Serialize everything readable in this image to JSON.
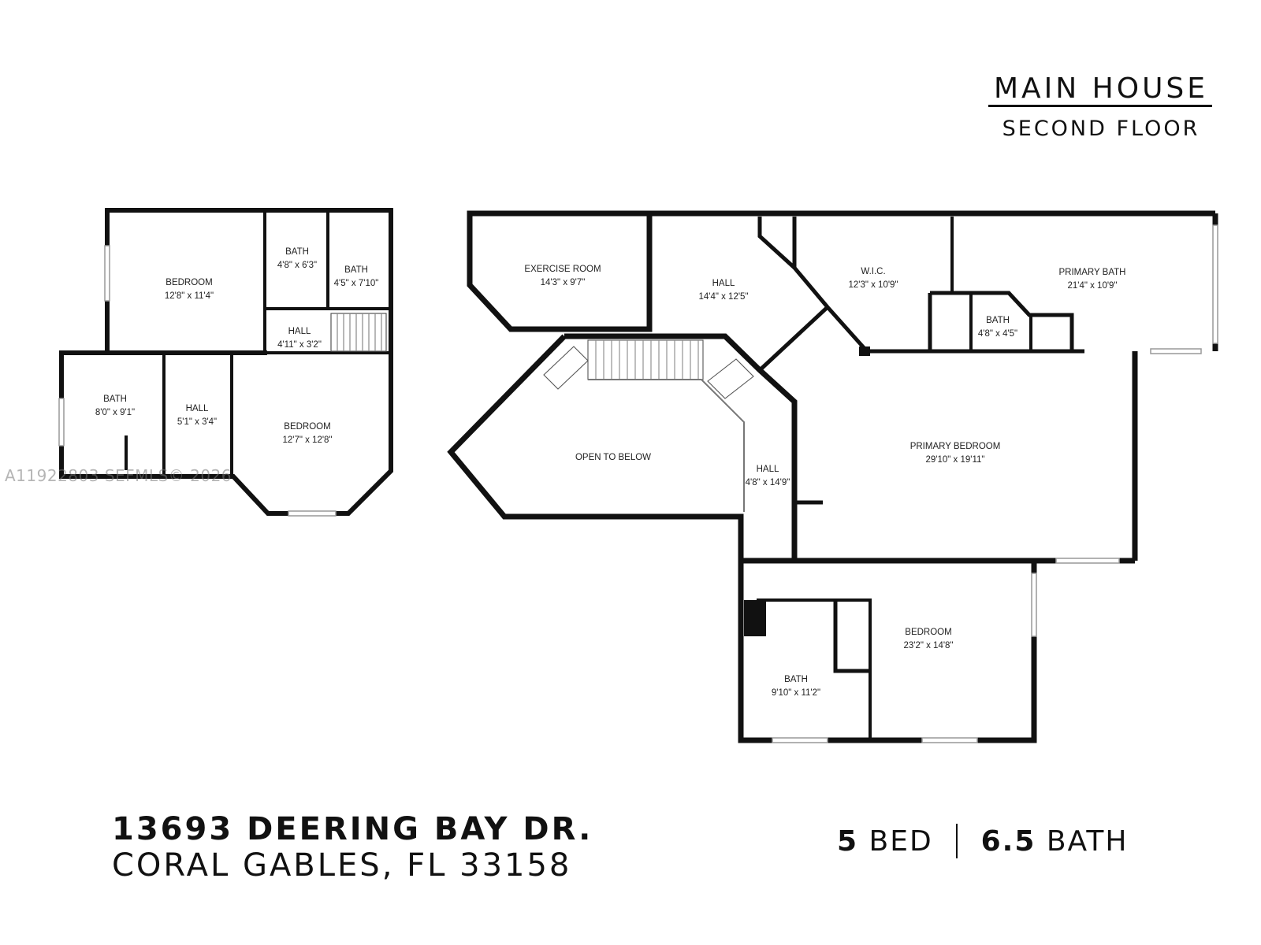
{
  "header": {
    "title": "MAIN HOUSE",
    "subtitle": "SECOND FLOOR"
  },
  "address": {
    "line1": "13693 DEERING BAY DR.",
    "line2": "CORAL GABLES, FL 33158"
  },
  "stats": {
    "beds_num": "5",
    "beds_label": "BED",
    "baths_num": "6.5",
    "baths_label": "BATH"
  },
  "watermark": "A11922803 SEFMLS© 2026",
  "rooms": {
    "left_bedroom_1": {
      "name": "BEDROOM",
      "dims": "12'8\" x 11'4\""
    },
    "left_bath_1": {
      "name": "BATH",
      "dims": "4'8\" x 6'3\""
    },
    "left_bath_2": {
      "name": "BATH",
      "dims": "4'5\" x 7'10\""
    },
    "left_hall_1": {
      "name": "HALL",
      "dims": "4'11\" x 3'2\""
    },
    "left_bath_3": {
      "name": "BATH",
      "dims": "8'0\" x 9'1\""
    },
    "left_hall_2": {
      "name": "HALL",
      "dims": "5'1\" x 3'4\""
    },
    "left_bedroom_2": {
      "name": "BEDROOM",
      "dims": "12'7\" x 12'8\""
    },
    "exercise_room": {
      "name": "EXERCISE ROOM",
      "dims": "14'3\" x 9'7\""
    },
    "hall_top": {
      "name": "HALL",
      "dims": "14'4\" x 12'5\""
    },
    "wic": {
      "name": "W.I.C.",
      "dims": "12'3\" x 10'9\""
    },
    "primary_bath": {
      "name": "PRIMARY BATH",
      "dims": "21'4\" x 10'9\""
    },
    "bath_small": {
      "name": "BATH",
      "dims": "4'8\" x 4'5\""
    },
    "open_to_below": {
      "name": "OPEN TO BELOW"
    },
    "hall_mid": {
      "name": "HALL",
      "dims": "4'8\" x 14'9\""
    },
    "primary_bedroom": {
      "name": "PRIMARY BEDROOM",
      "dims": "29'10\" x 19'11\""
    },
    "bedroom_lower": {
      "name": "BEDROOM",
      "dims": "23'2\" x 14'8\""
    },
    "bath_lower": {
      "name": "BATH",
      "dims": "9'10\" x 11'2\""
    }
  }
}
